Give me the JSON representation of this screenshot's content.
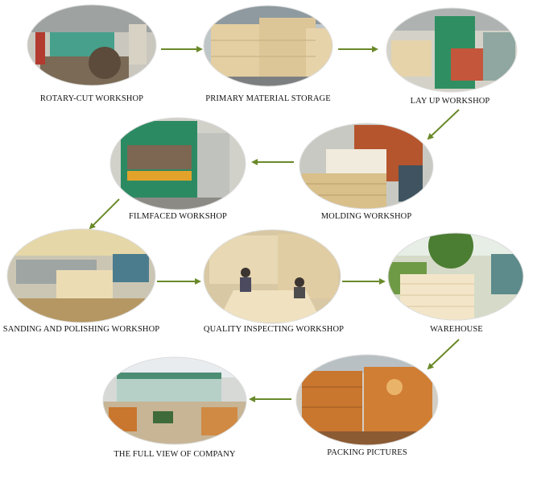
{
  "steps": [
    {
      "label": "ROTARY-CUT WORKSHOP",
      "scene": "rotary-cut machine"
    },
    {
      "label": "PRIMARY MATERIAL STORAGE",
      "scene": "veneer stacks"
    },
    {
      "label": "LAY UP WORKSHOP",
      "scene": "green press machine"
    },
    {
      "label": "MOLDING WORKSHOP",
      "scene": "hot press with boards"
    },
    {
      "label": "FILMFACED WORKSHOP",
      "scene": "green multi-layer press"
    },
    {
      "label": "SANDING AND POLISHING WORKSHOP",
      "scene": "sanding line"
    },
    {
      "label": "QUALITY INSPECTING WORKSHOP",
      "scene": "inspecting boards"
    },
    {
      "label": "WAREHOUSE",
      "scene": "stacked plywood"
    },
    {
      "label": "PACKING PICTURES",
      "scene": "packed pallets"
    },
    {
      "label": "THE FULL VIEW OF COMPANY",
      "scene": "factory building"
    }
  ],
  "colors": {
    "arrow": "#6a8a2a",
    "label": "#111111",
    "wood": "#e8d4ac",
    "machine_green": "#2f8f62",
    "pallet_orange": "#c9762e"
  }
}
